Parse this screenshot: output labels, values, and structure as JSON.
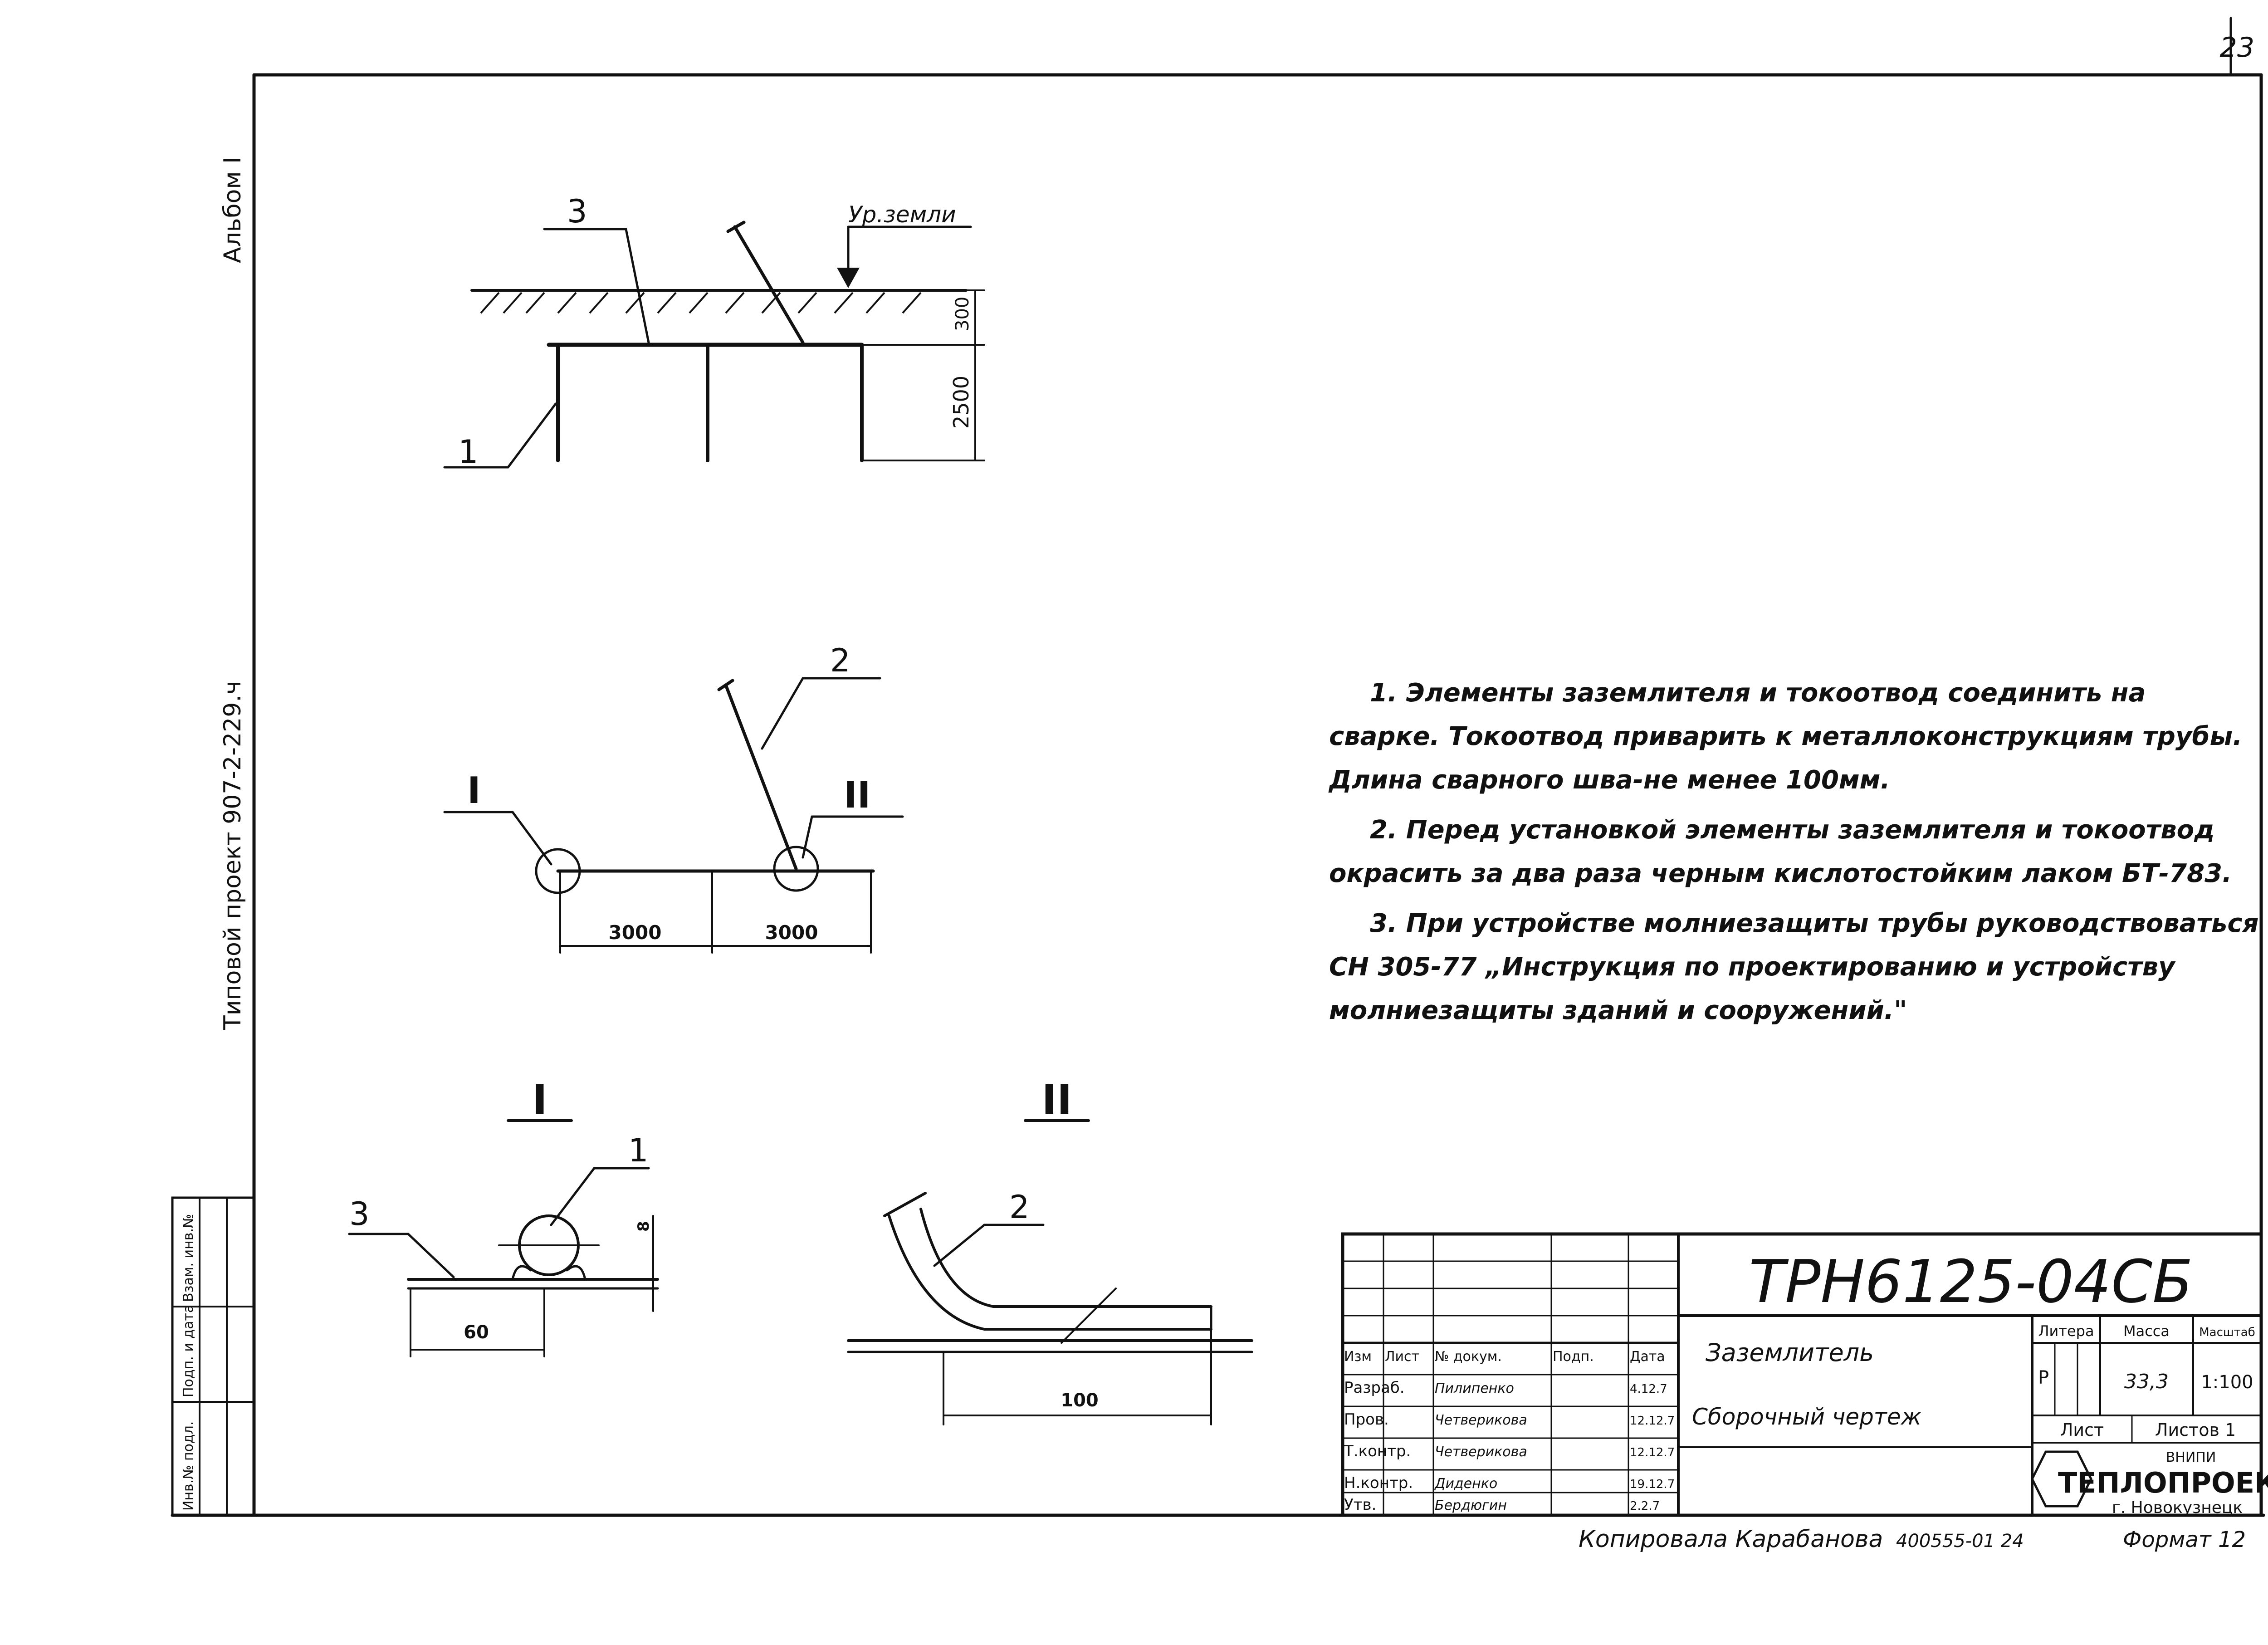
{
  "page_number": "23",
  "margin": {
    "album": "Альбом I",
    "project": "Типовой проект 907-2-229.ч",
    "stamp_labels": [
      "Инв.№ подл.",
      "Подп. и дата",
      "Взам. инв.№"
    ]
  },
  "drawing_top": {
    "ground_label": "Ур.земли",
    "dim_300": "300",
    "dim_2500": "2500",
    "pos_1": "1",
    "pos_3": "3"
  },
  "drawing_plan": {
    "pos_2": "2",
    "mark_I": "I",
    "mark_II": "II",
    "dim_a": "3000",
    "dim_b": "3000"
  },
  "detail_I": {
    "title": "I",
    "pos_1": "1",
    "pos_3": "3",
    "dim_60": "60",
    "dim_small": "8"
  },
  "detail_II": {
    "title": "II",
    "pos_2": "2",
    "dim_100": "100"
  },
  "notes": [
    "1. Элементы заземлителя и токоотвод соединить на сварке. Токоотвод приварить к металлоконструкциям трубы. Длина сварного шва-не менее 100мм.",
    "2. Перед установкой элементы заземлителя и токоотвод окрасить за два раза черным кислотостойким лаком БТ-783.",
    "3. При устройстве молниезащиты трубы руководствоваться СН 305-77 „Инструкция по проектированию и устройству молниезащиты зданий и сооружений.\""
  ],
  "title_block": {
    "doc_code": "ТРН6125-04СБ",
    "name": "Заземлитель",
    "subtitle": "Сборочный чертеж",
    "col_headers": [
      "Изм",
      "Лист",
      "№ докум.",
      "Подп.",
      "Дата"
    ],
    "rows": [
      [
        "Разраб.",
        "Пилипенко",
        "",
        "4.12.7"
      ],
      [
        "Пров.",
        "Четверикова",
        "",
        "12.12.7"
      ],
      [
        "Т.контр.",
        "Четверикова",
        "",
        "12.12.7"
      ],
      [
        "Н.контр.",
        "Диденко",
        "",
        "19.12.7"
      ],
      [
        "Утв.",
        "Бердюгин",
        "",
        "2.2.7"
      ]
    ],
    "litera_label": "Литера",
    "litera_value": "Р",
    "mass_label": "Масса",
    "mass_value": "33,3",
    "scale_label": "Масштаб",
    "scale_value": "1:100",
    "sheet_label": "Лист",
    "sheets_label": "Листов 1",
    "org_line1": "ВНИПИ",
    "org_line2": "ТЕПЛОПРОЕКТ",
    "org_line3": "г. Новокузнецк"
  },
  "footer": {
    "copied": "Копировала Карабанова",
    "order": "400555-01 24",
    "format": "Формат 12"
  }
}
